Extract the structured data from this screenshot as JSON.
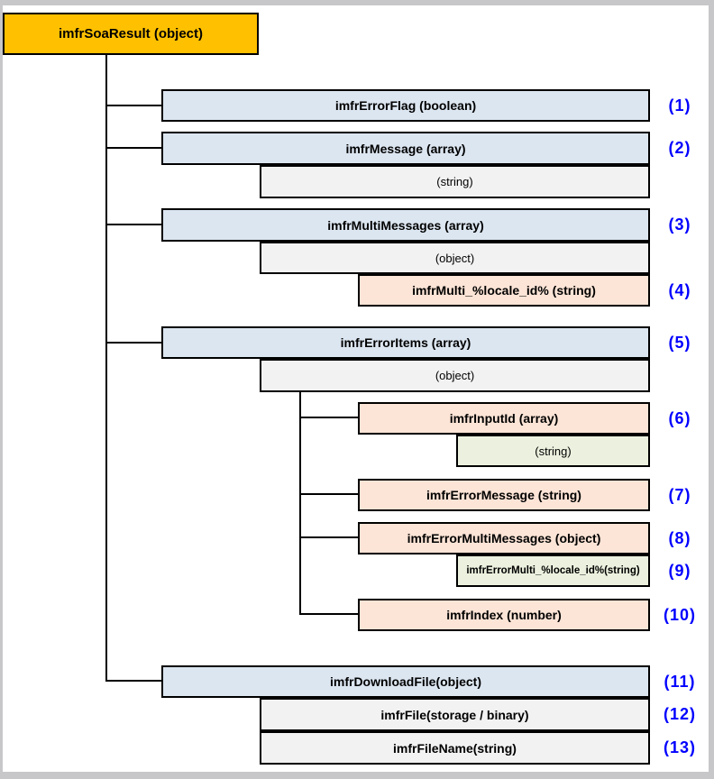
{
  "diagram": {
    "root": {
      "label": "imfrSoaResult (object)",
      "fill": "#ffc000"
    },
    "nodes": [
      {
        "label": "imfrErrorFlag (boolean)",
        "number": "(1)",
        "fill": "#dce6f1"
      },
      {
        "label": "imfrMessage (array)",
        "number": "(2)",
        "fill": "#dce6f1"
      },
      {
        "label": "(string)",
        "number": "",
        "fill": "#f2f2f2"
      },
      {
        "label": "imfrMultiMessages (array)",
        "number": "(3)",
        "fill": "#dce6f1"
      },
      {
        "label": "(object)",
        "number": "",
        "fill": "#f2f2f2"
      },
      {
        "label": "imfrMulti_%locale_id% (string)",
        "number": "(4)",
        "fill": "#fce4d6"
      },
      {
        "label": "imfrErrorItems (array)",
        "number": "(5)",
        "fill": "#dce6f1"
      },
      {
        "label": "(object)",
        "number": "",
        "fill": "#f2f2f2"
      },
      {
        "label": "imfrInputId (array)",
        "number": "(6)",
        "fill": "#fce4d6"
      },
      {
        "label": "(string)",
        "number": "",
        "fill": "#ebf1de"
      },
      {
        "label": "imfrErrorMessage (string)",
        "number": "(7)",
        "fill": "#fce4d6"
      },
      {
        "label": "imfrErrorMultiMessages (object)",
        "number": "(8)",
        "fill": "#fce4d6"
      },
      {
        "label": "imfrErrorMulti_%locale_id%(string)",
        "number": "(9)",
        "fill": "#ebf1de"
      },
      {
        "label": "imfrIndex (number)",
        "number": "(10)",
        "fill": "#fce4d6"
      },
      {
        "label": "imfrDownloadFile(object)",
        "number": "(11)",
        "fill": "#dce6f1"
      },
      {
        "label": "imfrFile(storage / binary)",
        "number": "(12)",
        "fill": "#f2f2f2"
      },
      {
        "label": "imfrFileName(string)",
        "number": "(13)",
        "fill": "#f2f2f2"
      }
    ],
    "colors": {
      "root_yellow": "#ffc000",
      "header_blue": "#dce6f1",
      "attribute_peach": "#fce4d6",
      "value_green": "#ebf1de",
      "value_gray": "#f2f2f2",
      "reference_number_blue": "#0000ff",
      "line_black": "#000000",
      "frame_gray": "#c7c7ca"
    }
  }
}
